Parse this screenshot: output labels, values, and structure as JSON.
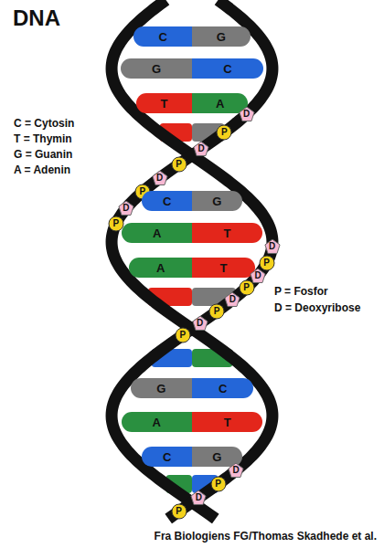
{
  "diagram": {
    "title": "DNA",
    "caption": "Fra Biologiens FG/Thomas Skadhede et al.",
    "nodes": [
      {
        "text": [
          "C"
        ]
      },
      {
        "text": [
          "G"
        ]
      },
      {
        "text": [
          "G"
        ]
      },
      {
        "text": [
          "C"
        ]
      },
      {
        "text": [
          "T"
        ]
      },
      {
        "text": [
          "A"
        ]
      },
      {
        "text": [
          "D"
        ]
      },
      {
        "text": [
          "P"
        ]
      },
      {
        "text": [
          "D"
        ]
      },
      {
        "text": [
          "P"
        ]
      },
      {
        "text": [
          "D"
        ]
      },
      {
        "text": [
          "P"
        ]
      },
      {
        "text": [
          "C"
        ]
      },
      {
        "text": [
          "G"
        ]
      },
      {
        "text": [
          "D"
        ]
      },
      {
        "text": [
          "P"
        ]
      },
      {
        "text": [
          "A"
        ]
      },
      {
        "text": [
          "T"
        ]
      },
      {
        "text": [
          "D"
        ]
      },
      {
        "text": [
          "P"
        ]
      },
      {
        "text": [
          "A"
        ]
      },
      {
        "text": [
          "T"
        ]
      },
      {
        "text": [
          "D"
        ]
      },
      {
        "text": [
          "P"
        ]
      },
      {
        "text": [
          "D"
        ]
      },
      {
        "text": [
          "P"
        ]
      },
      {
        "text": [
          "D"
        ]
      },
      {
        "text": [
          "P"
        ]
      },
      {
        "text": [
          "G"
        ]
      },
      {
        "text": [
          "C"
        ]
      },
      {
        "text": [
          "A"
        ]
      },
      {
        "text": [
          "T"
        ]
      },
      {
        "text": [
          "C"
        ]
      },
      {
        "text": [
          "G"
        ]
      },
      {
        "text": [
          "D"
        ]
      },
      {
        "text": [
          "P"
        ]
      },
      {
        "text": [
          "D"
        ]
      },
      {
        "text": [
          "P"
        ]
      }
    ],
    "labels": [
      "C = Cytosin",
      "T = Thymin",
      "G = Guanin",
      "A = Adenin",
      "P = Fosfor",
      "D = Deoxyribose"
    ]
  }
}
